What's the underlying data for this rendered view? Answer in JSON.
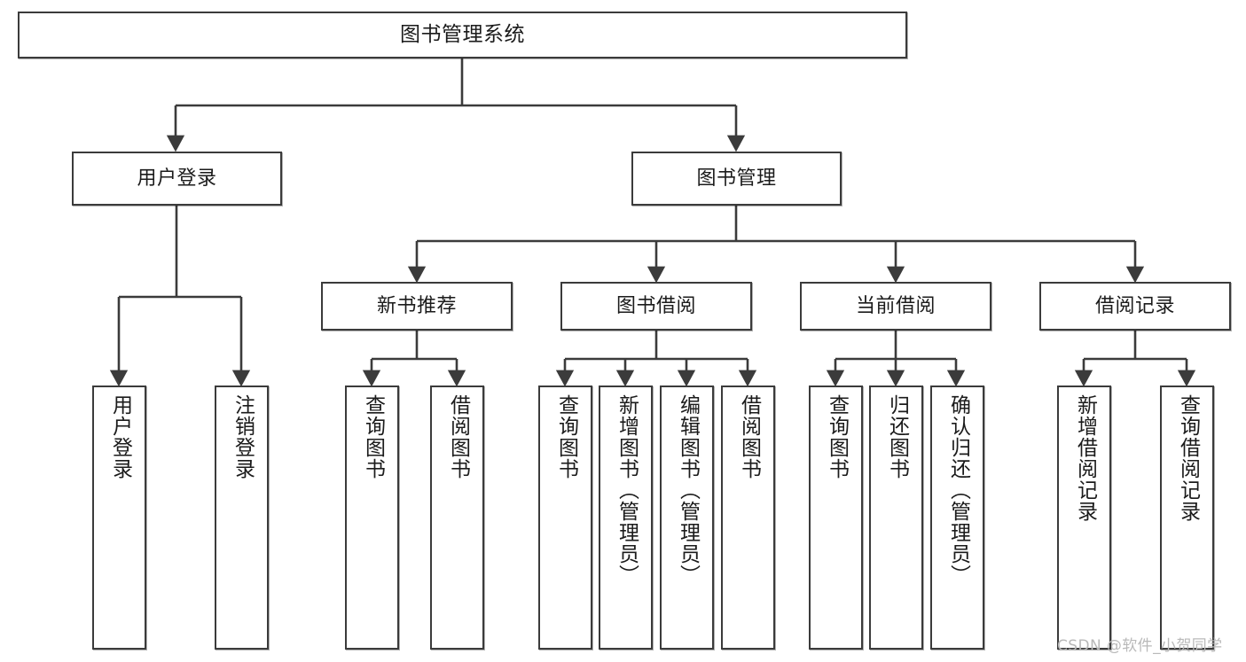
{
  "diagram": {
    "title": "图书管理系统",
    "type": "tree-hierarchy",
    "watermark": "CSDN @软件_小贺同学",
    "colors": {
      "box_border": "#3b3b3b",
      "box_fill": "#ffffff",
      "edge": "#3b3b3b",
      "text": "#1b1b1b",
      "watermark": "#b9b9b9",
      "background": "#ffffff"
    },
    "levels": [
      {
        "level": 1,
        "nodes": [
          {
            "id": "root",
            "label": "图书管理系统",
            "orientation": "horizontal"
          }
        ]
      },
      {
        "level": 2,
        "nodes": [
          {
            "id": "user-login",
            "label": "用户登录",
            "orientation": "horizontal",
            "parent": "root"
          },
          {
            "id": "book-manage",
            "label": "图书管理",
            "orientation": "horizontal",
            "parent": "root"
          }
        ]
      },
      {
        "level": 3,
        "nodes": [
          {
            "id": "new-book-rec",
            "label": "新书推荐",
            "orientation": "horizontal",
            "parent": "book-manage"
          },
          {
            "id": "book-borrow",
            "label": "图书借阅",
            "orientation": "horizontal",
            "parent": "book-manage"
          },
          {
            "id": "current-borrow",
            "label": "当前借阅",
            "orientation": "horizontal",
            "parent": "book-manage"
          },
          {
            "id": "borrow-record",
            "label": "借阅记录",
            "orientation": "horizontal",
            "parent": "book-manage"
          }
        ]
      },
      {
        "level": 4,
        "nodes": [
          {
            "id": "leaf-user-login",
            "label": "用户登录",
            "orientation": "vertical",
            "parent": "user-login"
          },
          {
            "id": "leaf-logout",
            "label": "注销登录",
            "orientation": "vertical",
            "parent": "user-login"
          },
          {
            "id": "leaf-query-book-1",
            "label": "查询图书",
            "orientation": "vertical",
            "parent": "new-book-rec"
          },
          {
            "id": "leaf-borrow-book-1",
            "label": "借阅图书",
            "orientation": "vertical",
            "parent": "new-book-rec"
          },
          {
            "id": "leaf-query-book-2",
            "label": "查询图书",
            "orientation": "vertical",
            "parent": "book-borrow"
          },
          {
            "id": "leaf-add-book",
            "label": "新增图书（管理员）",
            "orientation": "vertical",
            "parent": "book-borrow"
          },
          {
            "id": "leaf-edit-book",
            "label": "编辑图书（管理员）",
            "orientation": "vertical",
            "parent": "book-borrow"
          },
          {
            "id": "leaf-borrow-book-2",
            "label": "借阅图书",
            "orientation": "vertical",
            "parent": "book-borrow"
          },
          {
            "id": "leaf-query-book-3",
            "label": "查询图书",
            "orientation": "vertical",
            "parent": "current-borrow"
          },
          {
            "id": "leaf-return-book",
            "label": "归还图书",
            "orientation": "vertical",
            "parent": "current-borrow"
          },
          {
            "id": "leaf-confirm-return",
            "label": "确认归还（管理员）",
            "orientation": "vertical",
            "parent": "current-borrow"
          },
          {
            "id": "leaf-add-record",
            "label": "新增借阅记录",
            "orientation": "vertical",
            "parent": "borrow-record"
          },
          {
            "id": "leaf-query-record",
            "label": "查询借阅记录",
            "orientation": "vertical",
            "parent": "borrow-record"
          }
        ]
      }
    ]
  }
}
